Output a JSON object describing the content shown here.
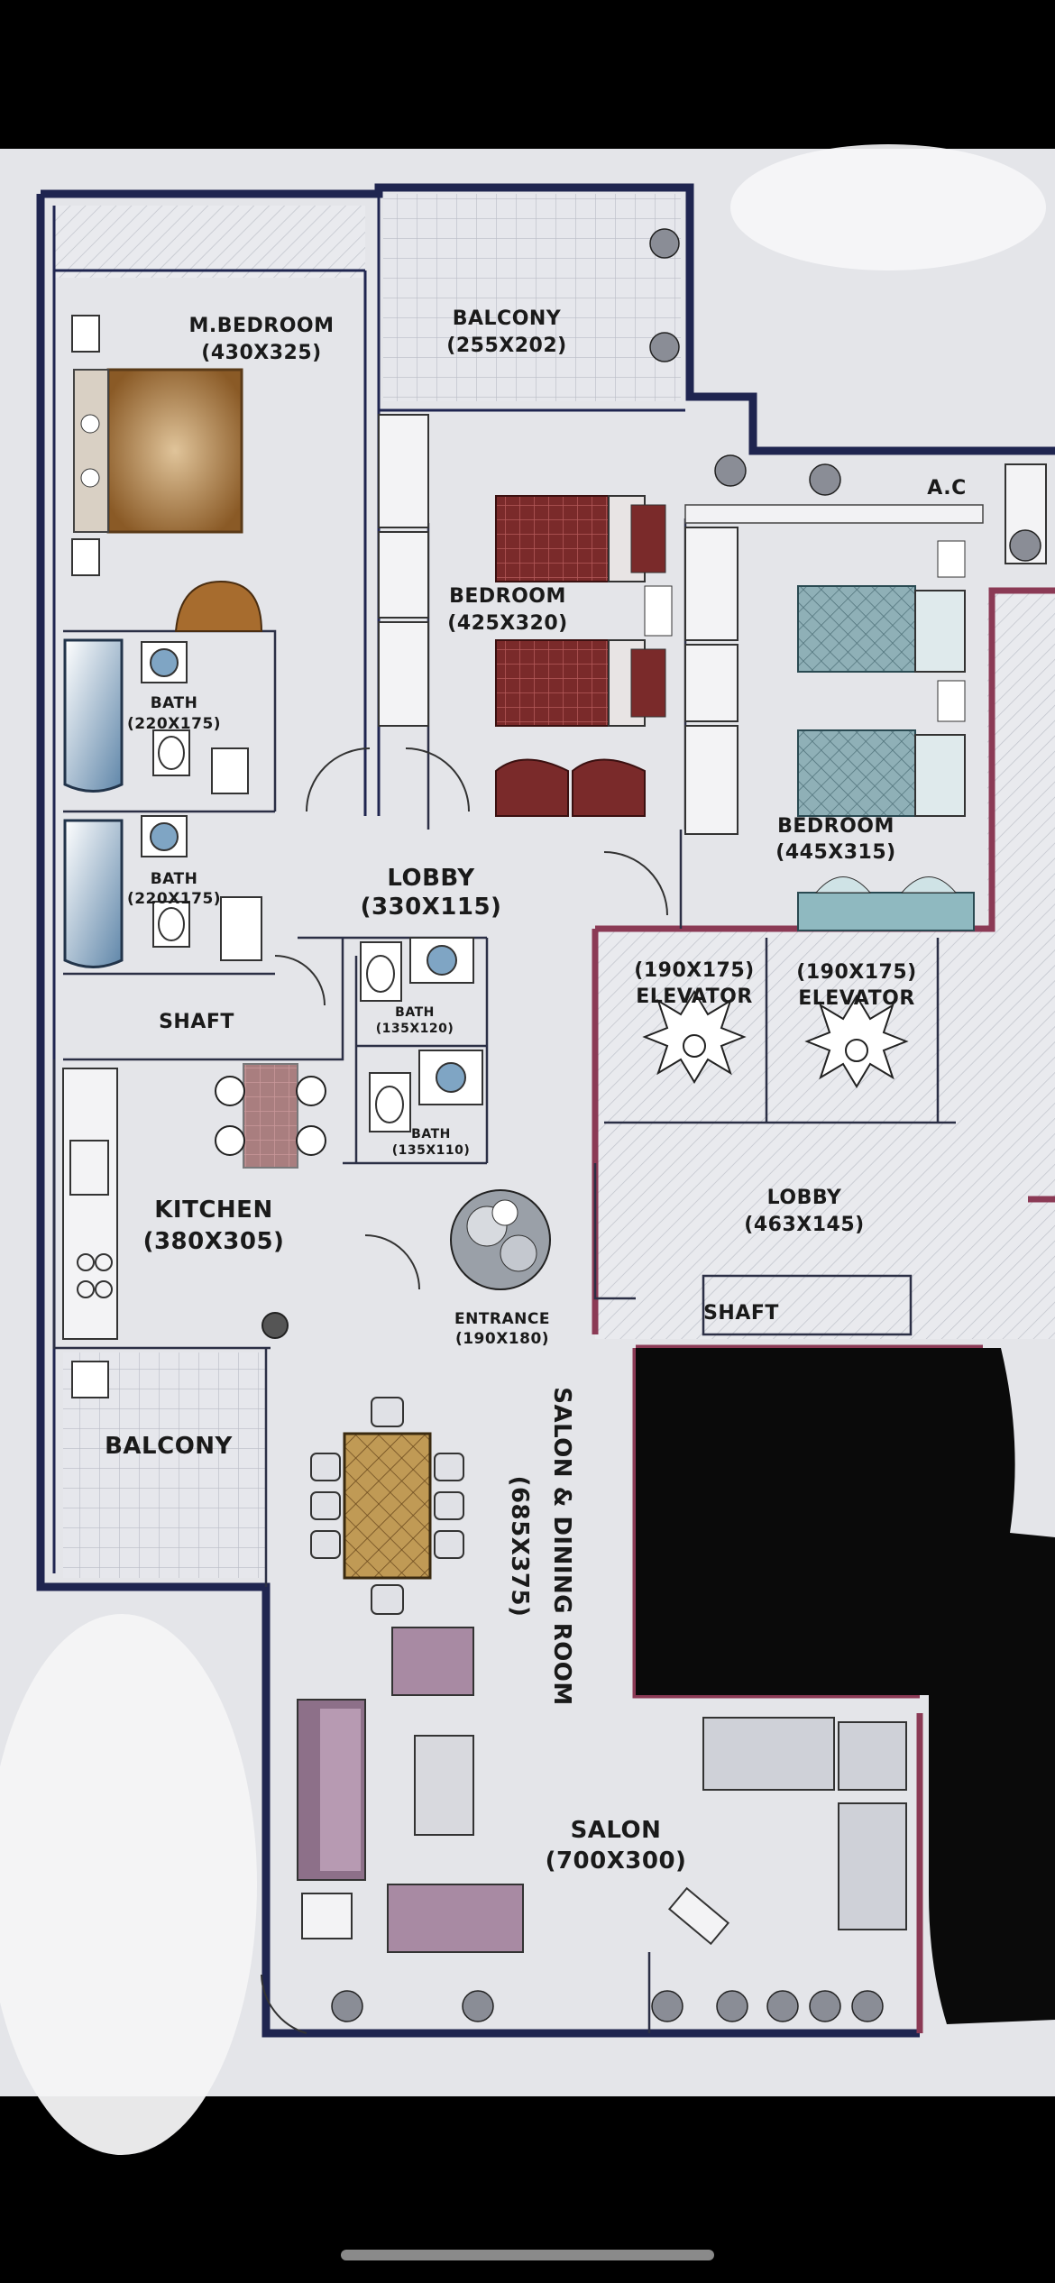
{
  "rooms": {
    "m_bedroom": {
      "name": "M.BEDROOM",
      "size": "(430X325)"
    },
    "balcony_top": {
      "name": "BALCONY",
      "size": "(255X202)"
    },
    "bedroom_mid": {
      "name": "BEDROOM",
      "size": "(425X320)"
    },
    "ac": {
      "name": "A.C"
    },
    "bedroom_right": {
      "name": "BEDROOM",
      "size": "(445X315)"
    },
    "bath_1": {
      "name": "BATH",
      "size": "(220X175)"
    },
    "bath_2": {
      "name": "BATH",
      "size": "(220X175)"
    },
    "lobby_inner": {
      "name": "LOBBY",
      "size": "(330X115)"
    },
    "shaft_left": {
      "name": "SHAFT"
    },
    "bath_3": {
      "name": "BATH",
      "size": "(135X120)"
    },
    "bath_4": {
      "name": "BATH",
      "size": "(135X110)"
    },
    "elevator_1": {
      "name": "ELEVATOR",
      "size": "(190X175)"
    },
    "elevator_2": {
      "name": "ELEVATOR",
      "size": "(190X175)"
    },
    "kitchen": {
      "name": "KITCHEN",
      "size": "(380X305)"
    },
    "entrance": {
      "name": "ENTRANCE",
      "size": "(190X180)"
    },
    "lobby_outer": {
      "name": "LOBBY",
      "size": "(463X145)"
    },
    "shaft_right": {
      "name": "SHAFT"
    },
    "balcony_bottom": {
      "name": "BALCONY"
    },
    "salon_dining": {
      "name": "SALON & DINING ROOM",
      "size": "(685X375)"
    },
    "salon": {
      "name": "SALON",
      "size": "(700X300)"
    }
  },
  "colors": {
    "paper": "#e4e5e9",
    "wall": "#1f2550",
    "accent_wall": "#8b3a55",
    "redaction": "#0a0a0a",
    "wood": "#a9783a",
    "bed_red": "#7a2a2a",
    "bed_teal": "#7fa5ad",
    "bath_blue": "#5f86a9"
  }
}
